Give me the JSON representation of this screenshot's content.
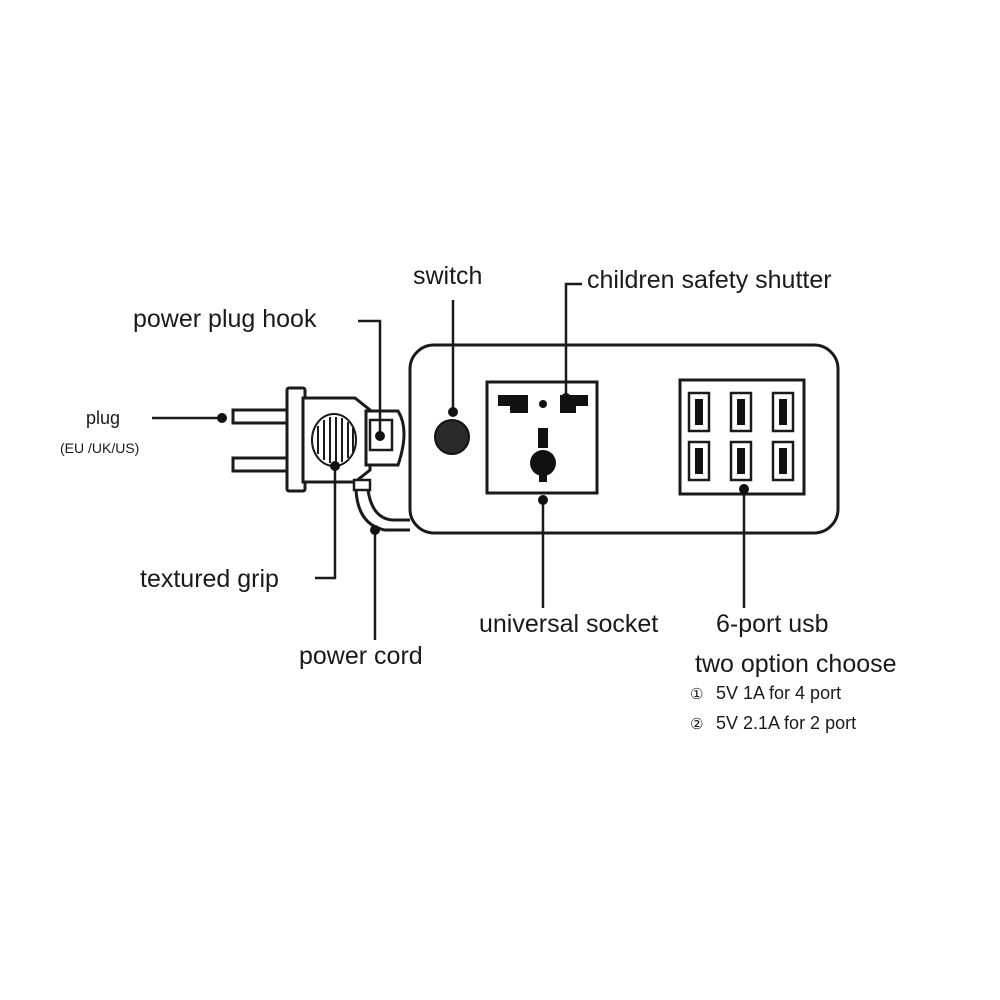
{
  "labels": {
    "switch": "switch",
    "children_safety_shutter": "children safety shutter",
    "power_plug_hook": "power plug hook",
    "plug": "plug",
    "plug_types": "(EU /UK/US)",
    "textured_grip": "textured grip",
    "power_cord": "power cord",
    "universal_socket": "universal socket",
    "usb_6_port": "6-port usb"
  },
  "usb_options": {
    "heading": "two option choose",
    "items": [
      {
        "marker": "①",
        "text": "5V 1A for 4 port"
      },
      {
        "marker": "②",
        "text": "5V 2.1A for 2 port"
      }
    ]
  },
  "colors": {
    "line": "#1a1a1a",
    "fill": "#ffffff",
    "dark": "#111111"
  }
}
